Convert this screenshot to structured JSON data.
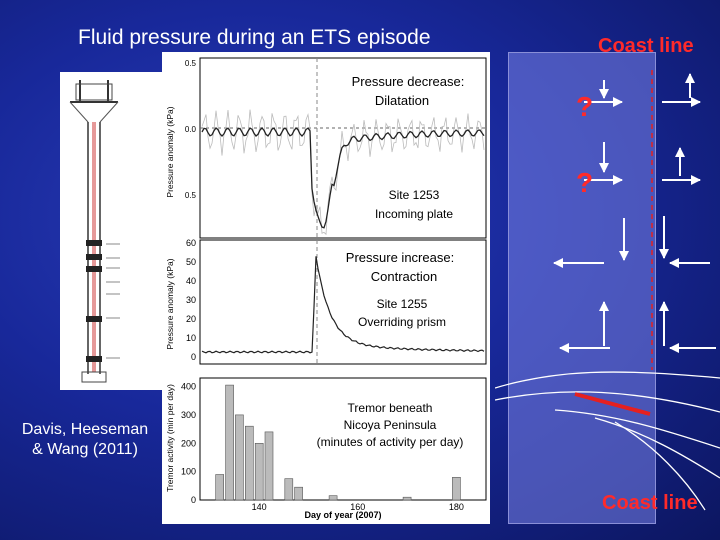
{
  "title": "Fluid pressure during an ETS episode",
  "coast_label_top": "Coast line",
  "coast_label_bottom": "Coast line",
  "citation_line1": "Davis, Heeseman",
  "citation_line2": "& Wang (2011)",
  "question_marks": [
    "?",
    "?"
  ],
  "panels": {
    "p1": {
      "ylabel": "Pressure anomaly (kPa)",
      "ticks": [
        "0.5",
        "0.0",
        "0.5"
      ],
      "annotation_line1": "Pressure decrease:",
      "annotation_line2": "Dilatation",
      "site_line1": "Site 1253",
      "site_line2": "Incoming plate"
    },
    "p2": {
      "ylabel": "Pressure anomaly (kPa)",
      "ticks": [
        "60",
        "50",
        "40",
        "30",
        "20",
        "10",
        "0"
      ],
      "annotation_line1": "Pressure increase:",
      "annotation_line2": "Contraction",
      "site_line1": "Site 1255",
      "site_line2": "Overriding prism"
    },
    "p3": {
      "ylabel": "Tremor activity (min per day)",
      "yticks": [
        "400",
        "300",
        "200",
        "100",
        "0"
      ],
      "xticks": [
        "140",
        "160",
        "180"
      ],
      "xlabel": "Day of year (2007)",
      "annotation_line1": "Tremor beneath",
      "annotation_line2": "Nicoya Peninsula",
      "annotation_line3": "(minutes of activity per day)"
    }
  },
  "chart_data": {
    "type": "bar",
    "xlabel": "Day of year (2007)",
    "ylabel": "Tremor activity (min per day)",
    "ylim": [
      0,
      430
    ],
    "xticks": [
      140,
      160,
      180
    ],
    "x": [
      132,
      134,
      136,
      138,
      140,
      142,
      146,
      148,
      155,
      170,
      180
    ],
    "values": [
      90,
      405,
      300,
      260,
      200,
      240,
      75,
      45,
      15,
      10,
      80
    ]
  },
  "colors": {
    "accent_red": "#ff2a2a",
    "background": "#18289a"
  }
}
